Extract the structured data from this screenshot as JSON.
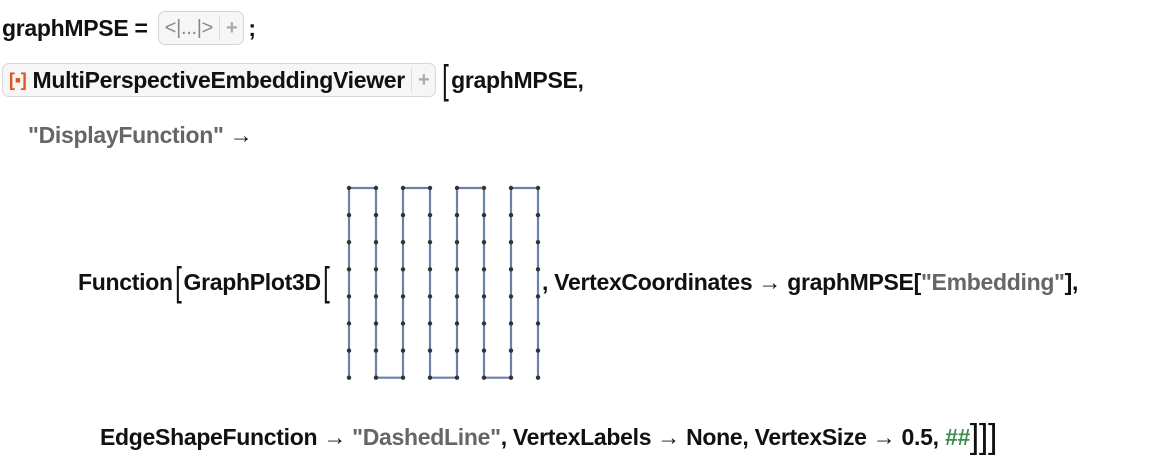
{
  "line1": {
    "var": "graphMPSE",
    "eq": " = ",
    "elided": "<|...|>",
    "plus": "+",
    "end": ";"
  },
  "line2": {
    "icon": "[▪]",
    "func": "MultiPerspectiveEmbeddingViewer",
    "plus": "+",
    "arg": "graphMPSE,"
  },
  "line3": {
    "key": "\"DisplayFunction\"",
    "arrow": " →"
  },
  "line4": {
    "func": "Function",
    "inner": "GraphPlot3D",
    "after": ", VertexCoordinates → graphMPSE[",
    "str": "\"Embedding\"",
    "end": "],"
  },
  "line5": {
    "opt1": "EdgeShapeFunction → ",
    "str": "\"DashedLine\"",
    "rest": ", VertexLabels → None, VertexSize → 0.5, ",
    "slot": "##",
    "close": "]]]"
  },
  "graph_preview": {
    "columns": 8,
    "rows": 8,
    "edge_color": "#6b82a8",
    "vertex_color": "#333333"
  }
}
